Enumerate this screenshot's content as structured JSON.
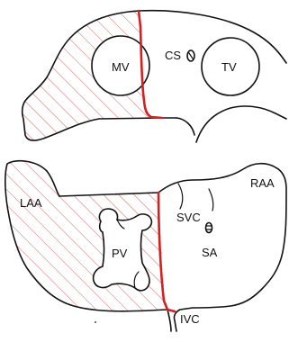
{
  "labels": {
    "mv": "MV",
    "cs": "CS",
    "tv": "TV",
    "laa": "LAA",
    "raa": "RAA",
    "pv": "PV",
    "svc": "SVC",
    "sa": "SA",
    "ivc": "IVC"
  },
  "colors": {
    "ablation_line": "#d62020",
    "hatch": "#e06060",
    "outline": "#111111"
  }
}
